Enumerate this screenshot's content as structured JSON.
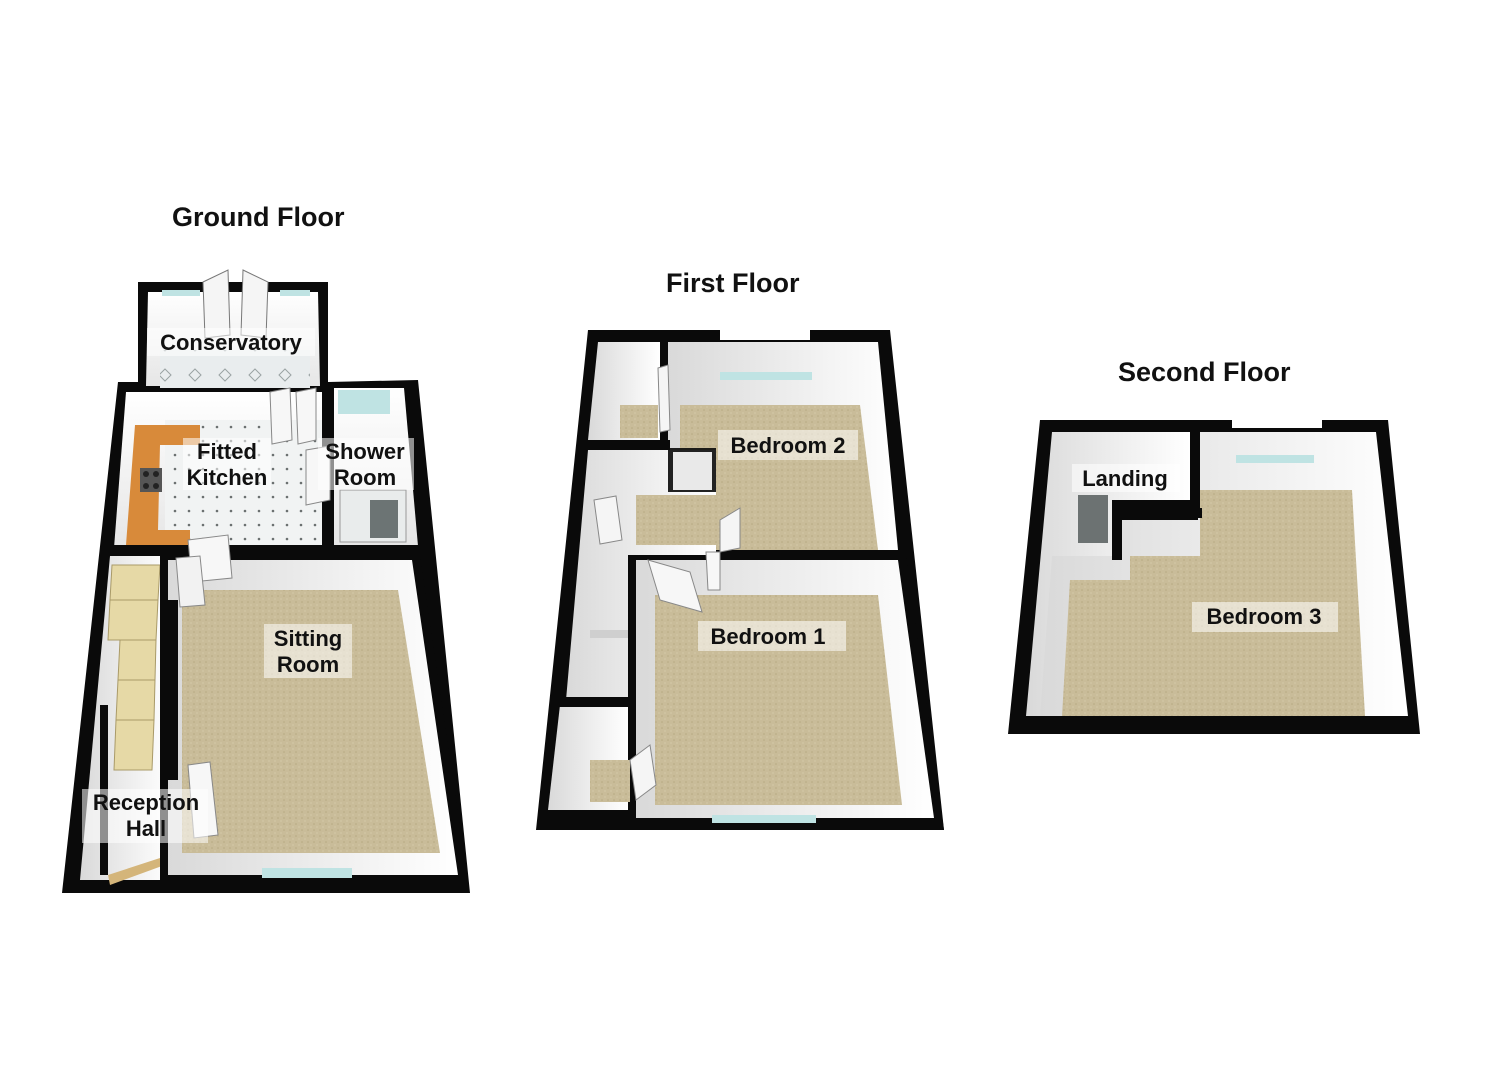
{
  "floors": {
    "ground": {
      "title": "Ground Floor",
      "rooms": {
        "conservatory": "Conservatory",
        "kitchen_1": "Fitted",
        "kitchen_2": "Kitchen",
        "shower_1": "Shower",
        "shower_2": "Room",
        "sitting_1": "Sitting",
        "sitting_2": "Room",
        "reception_1": "Reception",
        "reception_2": "Hall"
      }
    },
    "first": {
      "title": "First Floor",
      "rooms": {
        "bedroom2": "Bedroom 2",
        "bedroom1": "Bedroom 1"
      }
    },
    "second": {
      "title": "Second Floor",
      "rooms": {
        "landing": "Landing",
        "bedroom3": "Bedroom 3"
      }
    }
  },
  "colors": {
    "wall": "#0a0a0a",
    "carpet": "#c8bb98",
    "inner_wall": "#f2f2f2",
    "tile": "#eef0f0",
    "worktop": "#d88a3a",
    "glass": "#bfe3e3"
  }
}
